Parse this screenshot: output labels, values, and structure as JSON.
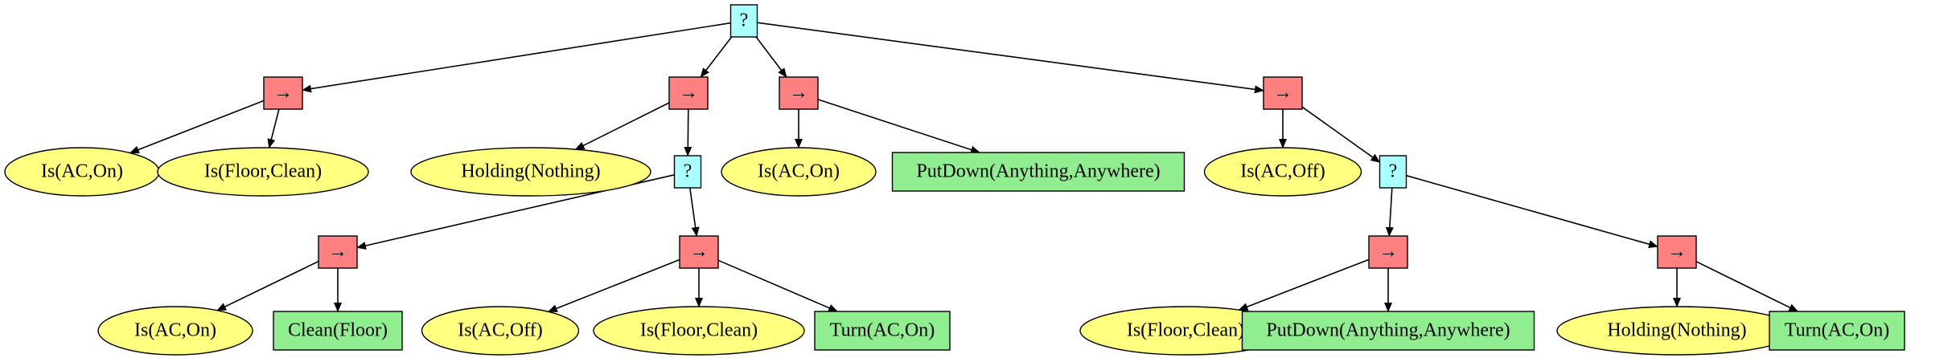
{
  "colors": {
    "fallback": "#aaffff",
    "sequence": "#ff8080",
    "condition": "#ffff80",
    "action": "#90ee90",
    "stroke": "#000000"
  },
  "nodes": [
    {
      "id": "root",
      "kind": "fallback",
      "label": "?"
    },
    {
      "id": "seq1",
      "kind": "sequence",
      "label": "→"
    },
    {
      "id": "c1",
      "kind": "condition",
      "label": "Is(AC,On)"
    },
    {
      "id": "c2",
      "kind": "condition",
      "label": "Is(Floor,Clean)"
    },
    {
      "id": "seq2",
      "kind": "sequence",
      "label": "→"
    },
    {
      "id": "c3",
      "kind": "condition",
      "label": "Holding(Nothing)"
    },
    {
      "id": "fb2",
      "kind": "fallback",
      "label": "?"
    },
    {
      "id": "seq2a",
      "kind": "sequence",
      "label": "→"
    },
    {
      "id": "c4",
      "kind": "condition",
      "label": "Is(AC,On)"
    },
    {
      "id": "a1",
      "kind": "action",
      "label": "Clean(Floor)"
    },
    {
      "id": "seq2b",
      "kind": "sequence",
      "label": "→"
    },
    {
      "id": "c5",
      "kind": "condition",
      "label": "Is(AC,Off)"
    },
    {
      "id": "c6",
      "kind": "condition",
      "label": "Is(Floor,Clean)"
    },
    {
      "id": "a2",
      "kind": "action",
      "label": "Turn(AC,On)"
    },
    {
      "id": "seq3",
      "kind": "sequence",
      "label": "→"
    },
    {
      "id": "c7",
      "kind": "condition",
      "label": "Is(AC,On)"
    },
    {
      "id": "a3",
      "kind": "action",
      "label": "PutDown(Anything,Anywhere)"
    },
    {
      "id": "seq4",
      "kind": "sequence",
      "label": "→"
    },
    {
      "id": "c8",
      "kind": "condition",
      "label": "Is(AC,Off)"
    },
    {
      "id": "fb4",
      "kind": "fallback",
      "label": "?"
    },
    {
      "id": "seq4a",
      "kind": "sequence",
      "label": "→"
    },
    {
      "id": "c9",
      "kind": "condition",
      "label": "Is(Floor,Clean)"
    },
    {
      "id": "a4",
      "kind": "action",
      "label": "PutDown(Anything,Anywhere)"
    },
    {
      "id": "seq4b",
      "kind": "sequence",
      "label": "→"
    },
    {
      "id": "c10",
      "kind": "condition",
      "label": "Holding(Nothing)"
    },
    {
      "id": "a5",
      "kind": "action",
      "label": "Turn(AC,On)"
    }
  ],
  "edges": [
    [
      "root",
      "seq1"
    ],
    [
      "root",
      "seq2"
    ],
    [
      "root",
      "seq3"
    ],
    [
      "root",
      "seq4"
    ],
    [
      "seq1",
      "c1"
    ],
    [
      "seq1",
      "c2"
    ],
    [
      "seq2",
      "c3"
    ],
    [
      "seq2",
      "fb2"
    ],
    [
      "fb2",
      "seq2a"
    ],
    [
      "fb2",
      "seq2b"
    ],
    [
      "seq2a",
      "c4"
    ],
    [
      "seq2a",
      "a1"
    ],
    [
      "seq2b",
      "c5"
    ],
    [
      "seq2b",
      "c6"
    ],
    [
      "seq2b",
      "a2"
    ],
    [
      "seq3",
      "c7"
    ],
    [
      "seq3",
      "a3"
    ],
    [
      "seq4",
      "c8"
    ],
    [
      "seq4",
      "fb4"
    ],
    [
      "fb4",
      "seq4a"
    ],
    [
      "fb4",
      "seq4b"
    ],
    [
      "seq4a",
      "c9"
    ],
    [
      "seq4a",
      "a4"
    ],
    [
      "seq4b",
      "c10"
    ],
    [
      "seq4b",
      "a5"
    ]
  ]
}
